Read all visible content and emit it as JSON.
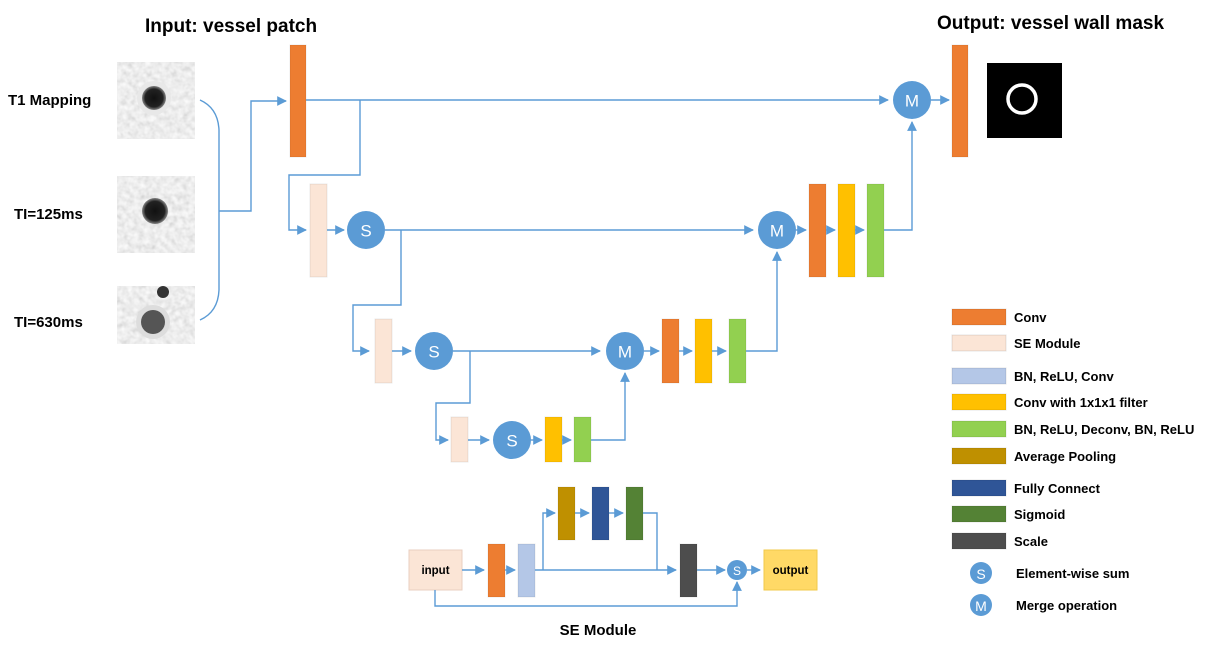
{
  "titles": {
    "input": "Input: vessel patch",
    "output": "Output: vessel wall mask",
    "se_module": "SE Module"
  },
  "inputs": [
    {
      "label": "T1 Mapping",
      "image": "vessel-patch-t1-mapping"
    },
    {
      "label": "TI=125ms",
      "image": "vessel-patch-ti125"
    },
    {
      "label": "TI=630ms",
      "image": "vessel-patch-ti630"
    }
  ],
  "output_image": "vessel-wall-mask",
  "colors": {
    "conv": "#ed7d31",
    "se": "#fbe5d6",
    "bn_relu_conv": "#b4c7e7",
    "conv1x1": "#ffc000",
    "deconv": "#92d050",
    "avgpool": "#bf9000",
    "fc": "#2f5597",
    "sigmoid": "#548235",
    "scale": "#4d4d4d",
    "node": "#5b9bd5",
    "line": "#5b9bd5",
    "se_output": "#ffd966"
  },
  "nodes": {
    "sum": "S",
    "merge": "M"
  },
  "se_block": {
    "input_label": "input",
    "output_label": "output"
  },
  "legend": [
    {
      "type": "bar",
      "color_key": "conv",
      "label": "Conv"
    },
    {
      "type": "bar",
      "color_key": "se",
      "label": "SE Module"
    },
    {
      "type": "bar",
      "color_key": "bn_relu_conv",
      "label": "BN, ReLU, Conv"
    },
    {
      "type": "bar",
      "color_key": "conv1x1",
      "label": "Conv with 1x1x1 filter"
    },
    {
      "type": "bar",
      "color_key": "deconv",
      "label": "BN, ReLU, Deconv, BN, ReLU"
    },
    {
      "type": "bar",
      "color_key": "avgpool",
      "label": "Average Pooling"
    },
    {
      "type": "bar",
      "color_key": "fc",
      "label": "Fully Connect"
    },
    {
      "type": "bar",
      "color_key": "sigmoid",
      "label": "Sigmoid"
    },
    {
      "type": "bar",
      "color_key": "scale",
      "label": "Scale"
    },
    {
      "type": "circle",
      "symbol": "S",
      "label": "Element-wise sum"
    },
    {
      "type": "circle",
      "symbol": "M",
      "label": "Merge operation"
    }
  ]
}
